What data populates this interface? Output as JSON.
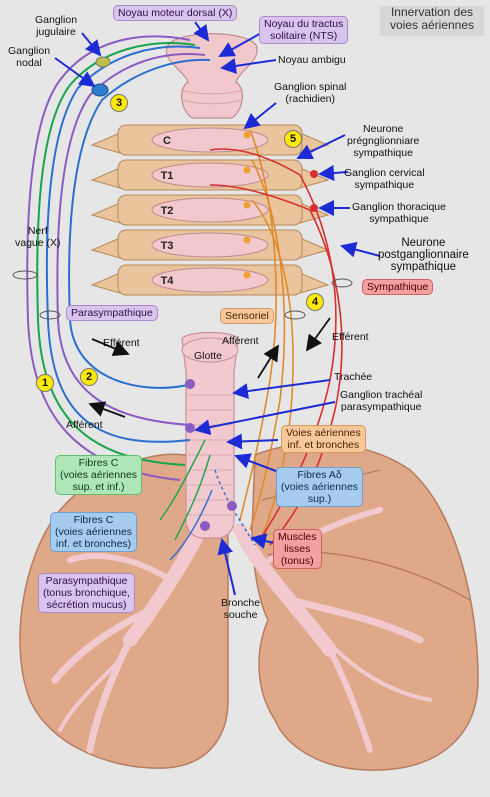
{
  "title": "Innervation des\nvoies aériennes",
  "labels": {
    "ganglion_jugulaire": "Ganglion\njugulaire",
    "ganglion_nodal": "Ganglion\nnodal",
    "noyau_moteur": "Noyau moteur dorsal (X)",
    "noyau_tractus": "Noyau du tractus\nsolitaire (NTS)",
    "noyau_ambigu": "Noyau ambigu",
    "ganglion_spinal": "Ganglion spinal\n(rachidien)",
    "neurone_pre": "Neurone\nprégnglionniare\nsympathique",
    "ganglion_cervical": "Ganglion cervical\nsympathique",
    "ganglion_thoracique": "Ganglion thoracique\nsympathique",
    "neurone_post": "Neurone\npostganglionnaire\nsympathique",
    "sympathique": "Sympathique",
    "nerf_vague": "Nerf\nvague (X)",
    "parasympathique": "Parasympathique",
    "sensoriel": "Sensoriel",
    "efferent_left": "Efférent",
    "afferent_left": "Afférent",
    "afferent_mid": "Afférent",
    "efferent_right": "Efférent",
    "glotte": "Glotte",
    "trachee": "Trachée",
    "ganglion_tracheal": "Ganglion trachéal\nparasympathique",
    "voies_inf": "Voies aériennes\ninf. et bronches",
    "fibres_c_sup": "Fibres C\n(voies aériennes\nsup. et inf.)",
    "fibres_ad": "Fibres Aδ\n(voies aériennes\nsup.)",
    "fibres_c_inf": "Fibres C\n(voies aériennes\ninf. et bronches)",
    "muscles": "Muscles\nlisses\n(tonus)",
    "parasym_tonus": "Parasympathique\n(tonus bronchique,\nsécrétion mucus)",
    "bronche_souche": "Bronche\nsouche"
  },
  "vertebrae": [
    "C",
    "T1",
    "T2",
    "T3",
    "T4"
  ],
  "numbers": [
    "1",
    "2",
    "3",
    "4",
    "5"
  ],
  "colors": {
    "lung": "#dfa989",
    "lung_stroke": "#b57c5e",
    "spine": "#e9c49c",
    "cord": "#f1c8cc",
    "blue_arrow": "#1c2bd6",
    "parasym": "#8a5cc2",
    "sensory": "#e08a2a",
    "sympathetic": "#d63030",
    "vagus_green": "#19a64a",
    "vagus_blue": "#2a6fd0"
  }
}
